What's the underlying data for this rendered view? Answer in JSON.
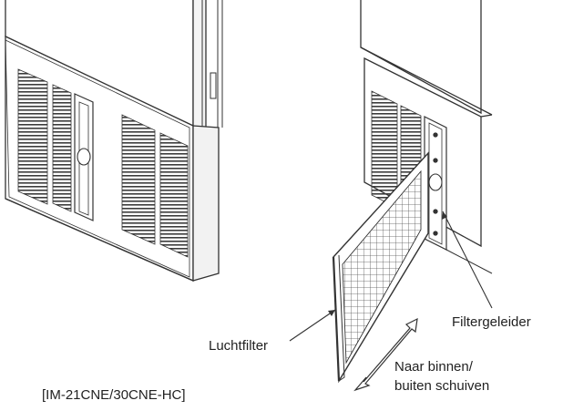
{
  "labels": {
    "luchtfilter": "Luchtfilter",
    "filtergeleider": "Filtergeleider",
    "naar_binnen": "Naar binnen/",
    "buiten_schuiven": "buiten schuiven",
    "model": "[IM-21CNE/30CNE-HC]"
  },
  "colors": {
    "line": "#333333",
    "grille": "#4a4a4a",
    "fill": "#ffffff"
  }
}
